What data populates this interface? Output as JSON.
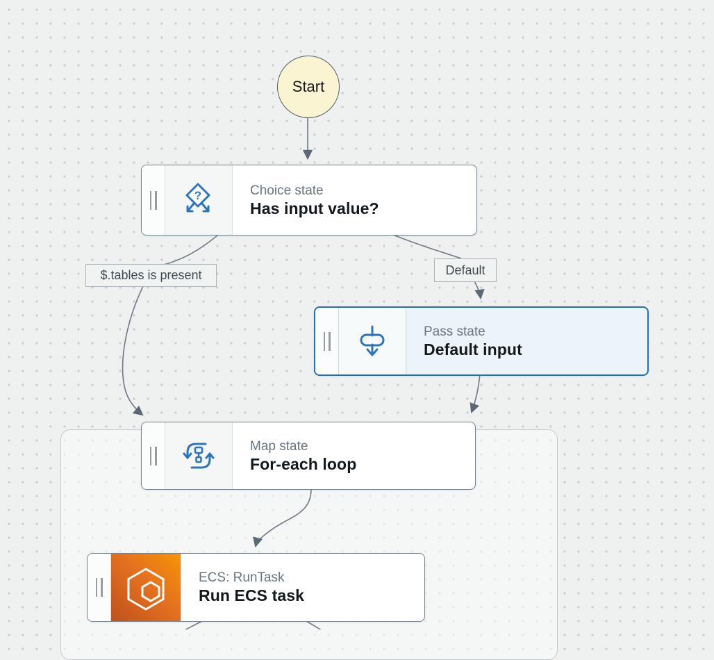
{
  "canvas": {
    "background": "#eff1f1",
    "dot_color": "#c7cdd0",
    "edge_color": "#747e89",
    "selected_border": "#2471b8",
    "selected_bg": "#ecf4fa"
  },
  "nodes": {
    "start": {
      "label": "Start",
      "fill": "#faf4d3",
      "border": "#545f6a"
    },
    "choice": {
      "type_label": "Choice state",
      "name": "Has input value?"
    },
    "pass": {
      "type_label": "Pass state",
      "name": "Default input",
      "selected": true
    },
    "map": {
      "type_label": "Map state",
      "name": "For-each loop"
    },
    "ecs": {
      "type_label": "ECS: RunTask",
      "name": "Run ECS task",
      "icon_gradient": [
        "#c0511b",
        "#f89406"
      ]
    }
  },
  "edge_labels": {
    "tables_condition": "$.tables is present",
    "default_condition": "Default"
  }
}
